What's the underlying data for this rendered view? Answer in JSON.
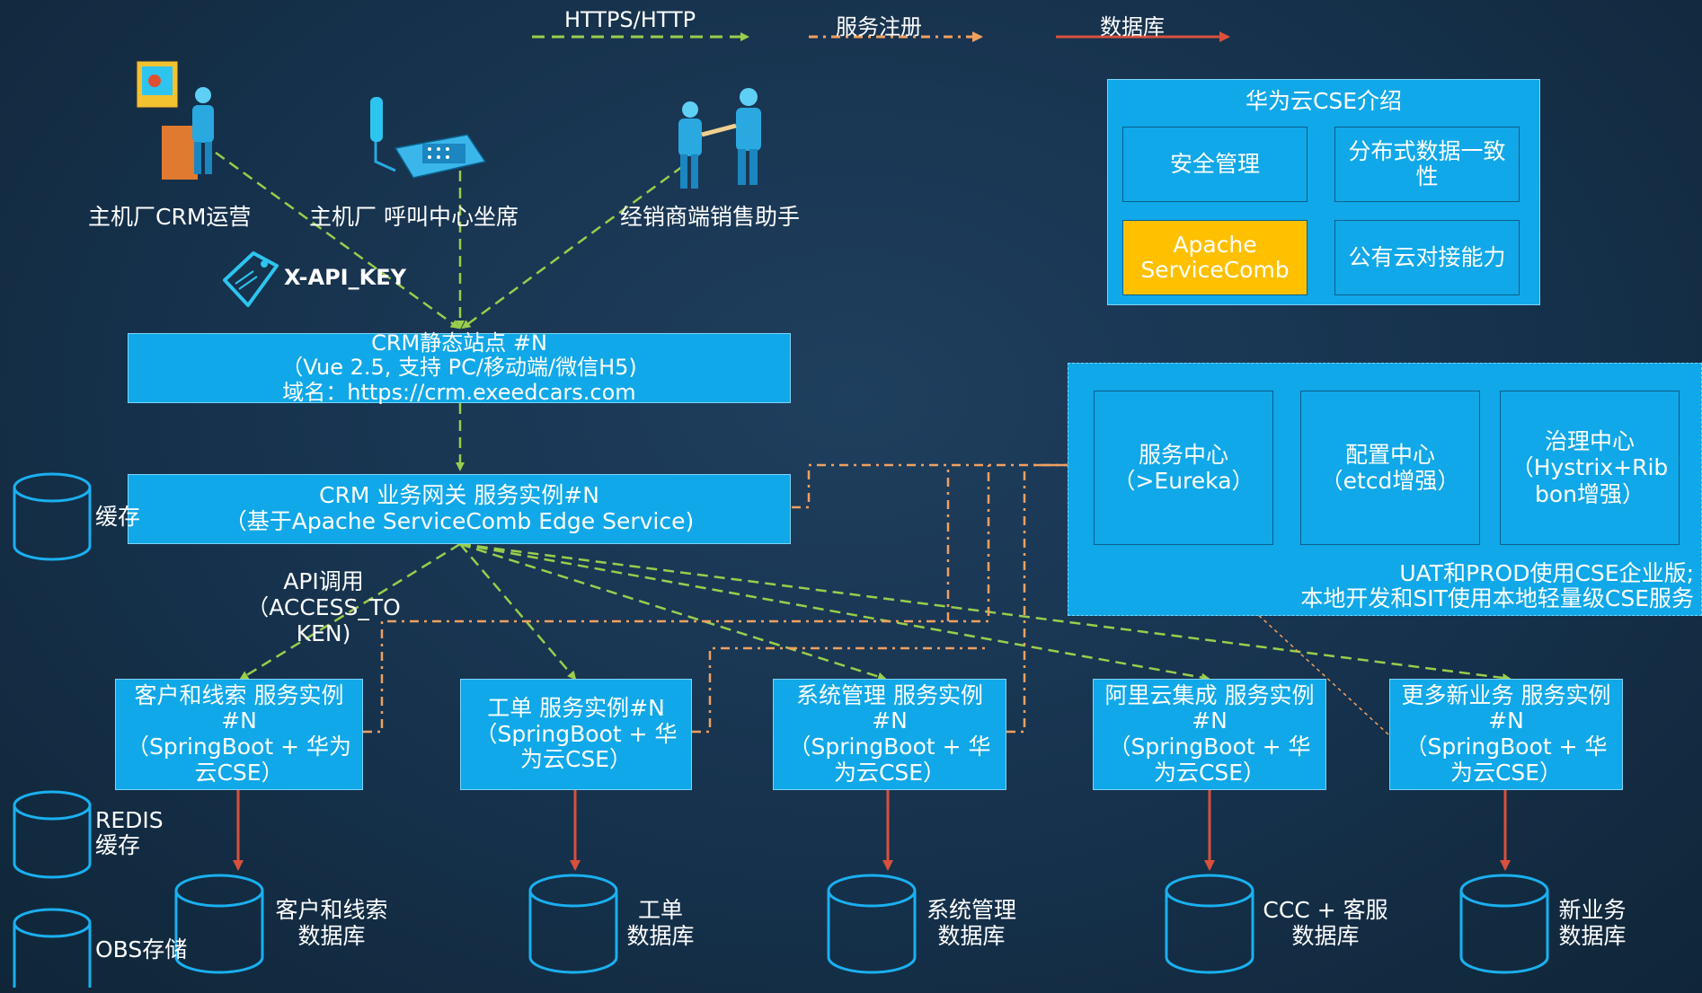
{
  "legend": {
    "https_label": "HTTPS/HTTP",
    "register_label": "服务注册",
    "db_label": "数据库"
  },
  "actors": {
    "crm_ops": "主机厂CRM运营",
    "call_center": "主机厂 呼叫中心坐席",
    "dealer_sales": "经销商端销售助手"
  },
  "api_key_label": "X-API_KEY",
  "cse_intro": {
    "title": "华为云CSE介绍",
    "security": "安全管理",
    "consistency": "分布式数据一致性",
    "apache_line1": "Apache",
    "apache_line2": "ServiceComb",
    "public_cloud": "公有云对接能力"
  },
  "static_site": {
    "line1": "CRM静态站点 #N",
    "line2": "（Vue 2.5, 支持 PC/移动端/微信H5)",
    "line3": "域名：https://crm.exeedcars.com"
  },
  "gateway": {
    "line1": "CRM 业务网关 服务实例#N",
    "line2": "（基于Apache ServiceComb Edge Service)"
  },
  "cache_label": "缓存",
  "redis_label_1": "REDIS",
  "redis_label_2": "缓存",
  "obs_label": "OBS存储",
  "api_call": {
    "line1": "API调用",
    "line2": "（ACCESS_TO",
    "line3": "KEN)"
  },
  "registry": {
    "service_center_1": "服务中心",
    "service_center_2": "（>Eureka）",
    "config_center_1": "配置中心",
    "config_center_2": "（etcd增强）",
    "gov_center_1": "治理中心",
    "gov_center_2": "（Hystrix+Rib",
    "gov_center_3": "bon增强）",
    "note_1": "UAT和PROD使用CSE企业版;",
    "note_2": "本地开发和SIT使用本地轻量级CSE服务"
  },
  "services": [
    {
      "l1": "客户和线索 服务实例",
      "l2": "#N",
      "l3": "（SpringBoot + 华为",
      "l4": "云CSE）"
    },
    {
      "l1": "工单 服务实例#N",
      "l2": "（SpringBoot + 华",
      "l3": "为云CSE）",
      "l4": ""
    },
    {
      "l1": "系统管理 服务实例",
      "l2": "#N",
      "l3": "（SpringBoot + 华",
      "l4": "为云CSE）"
    },
    {
      "l1": "阿里云集成 服务实例",
      "l2": "#N",
      "l3": "（SpringBoot + 华",
      "l4": "为云CSE）"
    },
    {
      "l1": "更多新业务 服务实例",
      "l2": "#N",
      "l3": "（SpringBoot + 华",
      "l4": "为云CSE）"
    }
  ],
  "databases": [
    {
      "l1": "客户和线索",
      "l2": "数据库"
    },
    {
      "l1": "工单",
      "l2": "数据库"
    },
    {
      "l1": "系统管理",
      "l2": "数据库"
    },
    {
      "l1": "CCC + 客服",
      "l2": "数据库"
    },
    {
      "l1": "新业务",
      "l2": "数据库"
    }
  ],
  "colors": {
    "box_blue": "#10a8e8",
    "highlight": "#ffc000",
    "https_line": "#9acd4c",
    "register_line": "#f0a060",
    "db_line": "#d9503c",
    "cylinder": "#1ab0f0"
  }
}
